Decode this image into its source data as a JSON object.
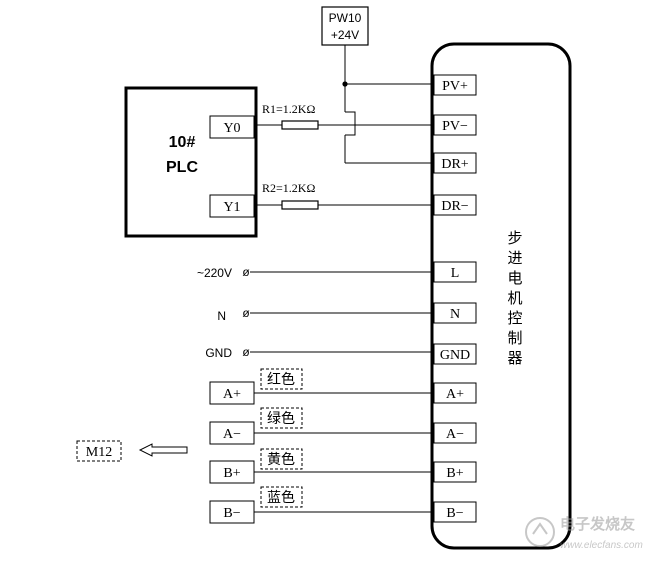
{
  "power_supply": {
    "line1": "PW10",
    "line2": "+24V"
  },
  "plc": {
    "title": "10#",
    "subtitle": "PLC",
    "outputs": [
      "Y0",
      "Y1"
    ]
  },
  "resistors": [
    {
      "label": "R1=1.2KΩ"
    },
    {
      "label": "R2=1.2KΩ"
    }
  ],
  "controller": {
    "label_chars": [
      "步",
      "进",
      "电",
      "机",
      "控",
      "制",
      "器"
    ],
    "terminals": [
      "PV+",
      "PV−",
      "DR+",
      "DR−",
      "L",
      "N",
      "GND",
      "A+",
      "A−",
      "B+",
      "B−"
    ]
  },
  "supply_inputs": [
    "~220V",
    "N",
    "GND"
  ],
  "motor": {
    "terminals": [
      "A+",
      "A−",
      "B+",
      "B−"
    ],
    "wire_colors": [
      "红色",
      "绿色",
      "黄色",
      "蓝色"
    ],
    "name": "M12"
  },
  "watermark": {
    "brand": "电子发烧友",
    "url": "www.elecfans.com"
  }
}
